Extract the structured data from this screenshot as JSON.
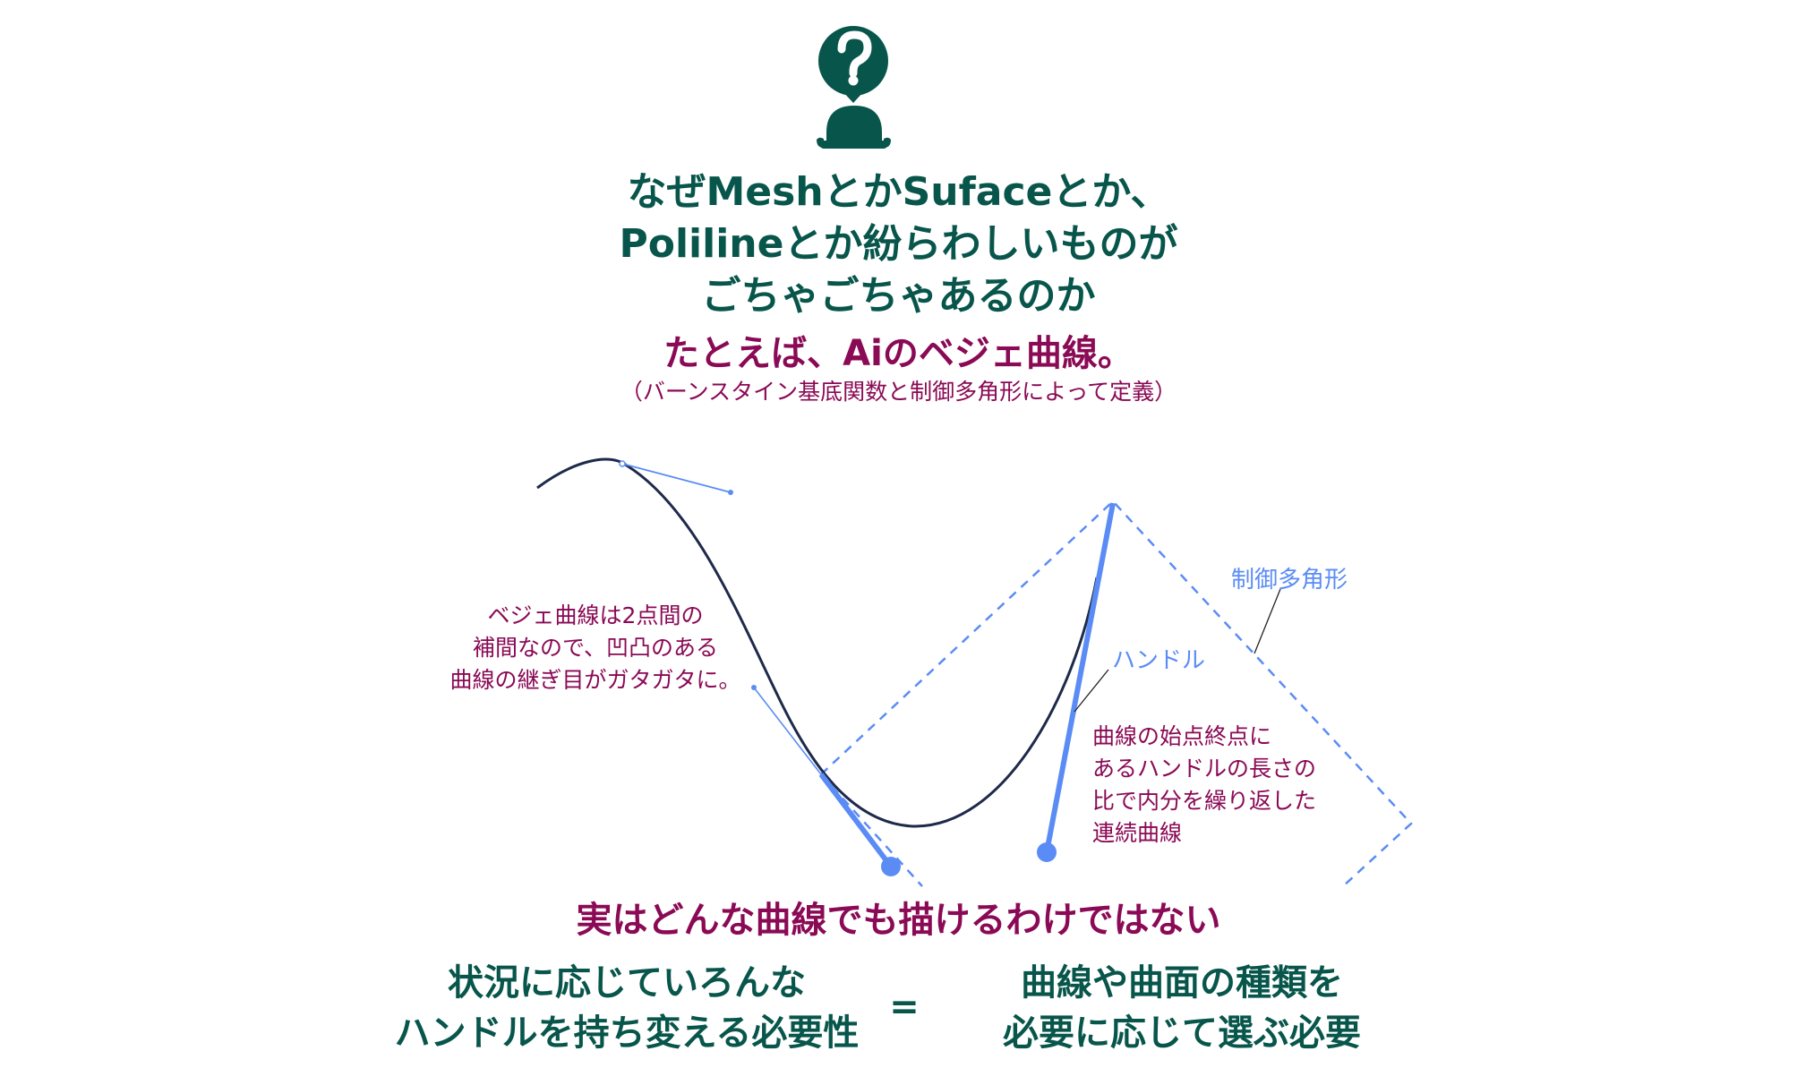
{
  "header": {
    "icon": "question-person-icon",
    "title_lines": [
      "なぜMeshとかSufaceとか、",
      "Polilineとか紛らわしいものが",
      "ごちゃごちゃあるのか"
    ],
    "subtitle": "たとえば、Aiのベジェ曲線。",
    "subtitle_note": "（バーンスタイン基底関数と制御多角形によって定義）"
  },
  "diagram": {
    "left_note_lines": [
      "ベジェ曲線は2点間の",
      "補間なので、凹凸のある",
      "曲線の継ぎ目がガタガタに。"
    ],
    "label_control_polygon": "制御多角形",
    "label_handle": "ハンドル",
    "right_note_lines": [
      "曲線の始点終点に",
      "あるハンドルの長さの",
      "比で内分を繰り返した",
      "連続曲線"
    ],
    "colors": {
      "curve": "#1E2A4A",
      "handle": "#5B8CF5",
      "annotation": "#8A0A55",
      "heading": "#08564B"
    }
  },
  "conclusion": {
    "statement": "実はどんな曲線でも描けるわけではない",
    "left_lines": [
      "状況に応じていろんな",
      "ハンドルを持ち変える必要性"
    ],
    "equals": "=",
    "right_lines": [
      "曲線や曲面の種類を",
      "必要に応じて選ぶ必要"
    ]
  }
}
